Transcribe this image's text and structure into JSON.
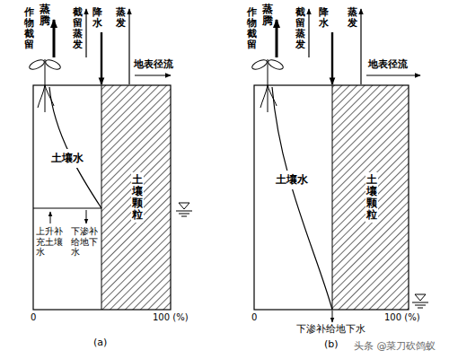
{
  "diagram": {
    "nodes": [
      {
        "text": [
          "土壤水"
        ]
      },
      {
        "text": [
          "土壤颗粒"
        ]
      },
      {
        "text": [
          "土壤水"
        ]
      },
      {
        "text": [
          "土壤颗粒"
        ]
      }
    ],
    "labels": [
      "作物截留",
      "蒸腾",
      "截留蒸发",
      "降水",
      "蒸发",
      "地表径流",
      "上升补充土壤水",
      "下渗补给地下水",
      "0",
      "100 (%)",
      "(a)",
      "作物截留",
      "蒸腾",
      "截留蒸发",
      "降水",
      "蒸发",
      "地表径流",
      "下渗补给地下水",
      "0",
      "100 (%)",
      "(b)",
      "头条 @菜刀砍鸽蚁"
    ]
  }
}
